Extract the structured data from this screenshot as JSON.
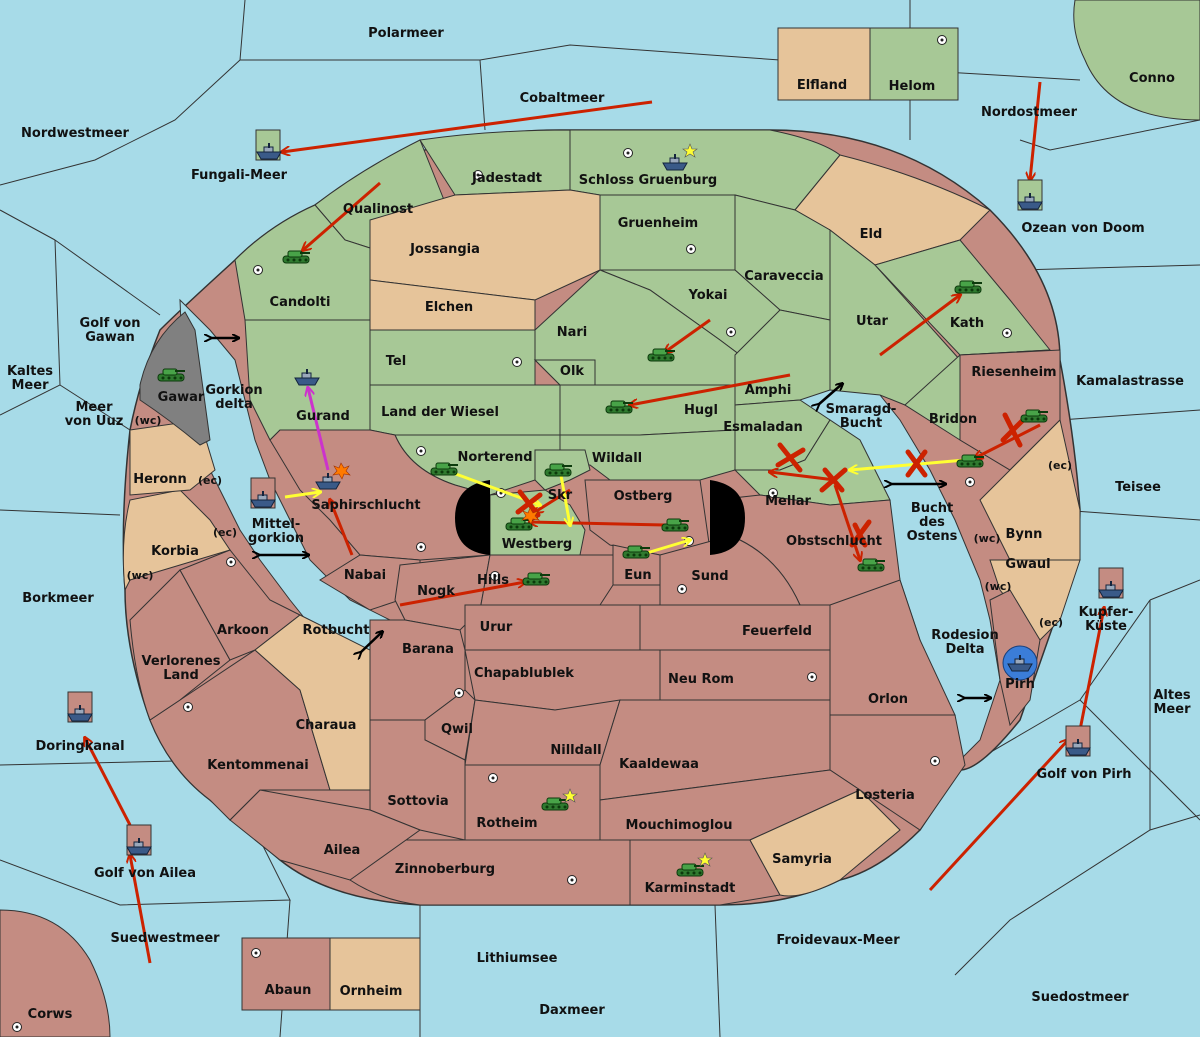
{
  "colors": {
    "sea": "#a7dbe8",
    "green": "#a7c896",
    "red": "#c48c82",
    "tan": "#e6c49a",
    "gray": "#808080",
    "border": "#333333",
    "order_red": "#cc2200",
    "order_yellow": "#ffff33",
    "order_magenta": "#cc33cc"
  },
  "map": {
    "seas": {
      "polarmeer": "Polarmeer",
      "cobaltmeer": "Cobaltmeer",
      "nordwestmeer": "Nordwestmeer",
      "fungali": "Fungali-Meer",
      "nordostmeer": "Nordostmeer",
      "ozean_doom": "Ozean von Doom",
      "golf_gawan_1": "Golf von",
      "golf_gawan_2": "Gawan",
      "kaltes_1": "Kaltes",
      "kaltes_2": "Meer",
      "uuz_1": "Meer",
      "uuz_2": "von Uuz",
      "kamalastrasse": "Kamalastrasse",
      "teisee": "Teisee",
      "borkmeer": "Borkmeer",
      "altes_1": "Altes",
      "altes_2": "Meer",
      "doringkanal": "Doringkanal",
      "golf_ailea": "Golf von Ailea",
      "golf_pirh": "Golf von Pirh",
      "suedwestmeer": "Suedwestmeer",
      "lithiumsee": "Lithiumsee",
      "froidevaux": "Froidevaux-Meer",
      "daxmeer": "Daxmeer",
      "suedostmeer": "Suedostmeer",
      "smaragd_1": "Smaragd-",
      "smaragd_2": "Bucht",
      "bucht_1": "Bucht",
      "bucht_2": "des",
      "bucht_3": "Ostens",
      "rotbucht": "Rotbucht",
      "gorkion_1": "Gorkion",
      "gorkion_2": "delta",
      "mittel_1": "Mittel-",
      "mittel_2": "gorkion",
      "rodesion_1": "Rodesion",
      "rodesion_2": "Delta"
    },
    "lands": {
      "conno": "Conno",
      "elfland": "Elfland",
      "helom": "Helom",
      "jadestadt": "Jadestadt",
      "schloss": "Schloss Gruenburg",
      "qualinost": "Qualinost",
      "gruenheim": "Gruenheim",
      "jossangia": "Jossangia",
      "eld": "Eld",
      "candolti": "Candolti",
      "elchen": "Elchen",
      "caraveccia": "Caraveccia",
      "yokai": "Yokai",
      "utar": "Utar",
      "kath": "Kath",
      "nari": "Nari",
      "tel": "Tel",
      "olk": "Olk",
      "gawar": "Gawar",
      "gurand": "Gurand",
      "amphi": "Amphi",
      "riesenheim": "Riesenheim",
      "land_wiesel": "Land der Wiesel",
      "hugl": "Hugl",
      "esmaladan": "Esmaladan",
      "bridon": "Bridon",
      "norterend": "Norterend",
      "wildall": "Wildall",
      "skr": "Skr",
      "heronn": "Heronn",
      "saphir": "Saphirschlucht",
      "ostberg": "Ostberg",
      "mellar": "Mellar",
      "westberg": "Westberg",
      "bynn": "Bynn",
      "korbia": "Korbia",
      "obstschlucht": "Obstschlucht",
      "nabai": "Nabai",
      "eun": "Eun",
      "sund": "Sund",
      "gwaul": "Gwaul",
      "nogk": "Nogk",
      "hills": "Hills",
      "kupfer_1": "Kupfer-",
      "kupfer_2": "Küste",
      "arkoon": "Arkoon",
      "urur": "Urur",
      "feuerfeld": "Feuerfeld",
      "barana": "Barana",
      "verlorenes_1": "Verlorenes",
      "verlorenes_2": "Land",
      "chapablublek": "Chapablublek",
      "neu_rom": "Neu Rom",
      "pirh": "Pirh",
      "orlon": "Orlon",
      "charaua": "Charaua",
      "qwil": "Qwil",
      "nilldall": "Nilldall",
      "kentommenai": "Kentommenai",
      "kaaldewaa": "Kaaldewaa",
      "losteria": "Losteria",
      "sottovia": "Sottovia",
      "rotheim": "Rotheim",
      "mouchimoglou": "Mouchimoglou",
      "ailea": "Ailea",
      "samyria": "Samyria",
      "zinnoberburg": "Zinnoberburg",
      "karminstadt": "Karminstadt",
      "abaun": "Abaun",
      "ornheim": "Ornheim",
      "corws": "Corws"
    },
    "coasts": {
      "wc": "(wc)",
      "ec": "(ec)"
    },
    "icons": {
      "army": "tank-icon",
      "fleet": "ship-icon",
      "supply": "supply-center-icon",
      "home": "star-icon",
      "dislodge": "explosion-icon"
    }
  }
}
